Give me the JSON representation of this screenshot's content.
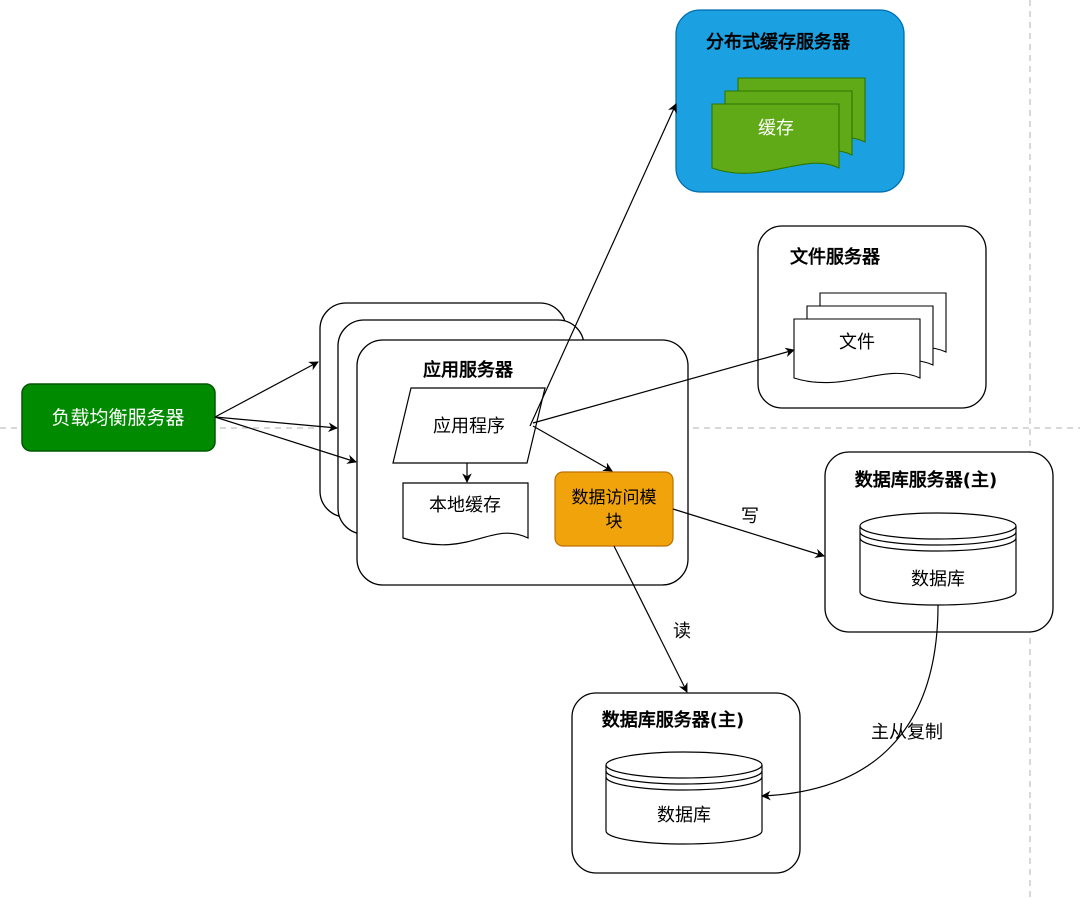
{
  "load_balancer": {
    "label": "负载均衡服务器",
    "fill": "#008a00",
    "stroke": "#005700",
    "text_color": "#ffffff"
  },
  "app_server": {
    "title": "应用服务器",
    "program_label": "应用程序",
    "local_cache_label": "本地缓存",
    "data_access_label": "数据访问模块",
    "data_access_fill": "#f0a30a",
    "data_access_stroke": "#bd7000"
  },
  "cache_server": {
    "title": "分布式缓存服务器",
    "cache_label": "缓存",
    "fill": "#1ba1e2",
    "stroke": "#006eaf",
    "doc_fill": "#60a917",
    "doc_stroke": "#2d7600"
  },
  "file_server": {
    "title": "文件服务器",
    "file_label": "文件"
  },
  "db_master": {
    "title": "数据库服务器(主)",
    "db_label": "数据库"
  },
  "db_slave": {
    "title": "数据库服务器(主)",
    "db_label": "数据库"
  },
  "edges": {
    "write_label": "写",
    "read_label": "读",
    "replication_label": "主从复制"
  }
}
